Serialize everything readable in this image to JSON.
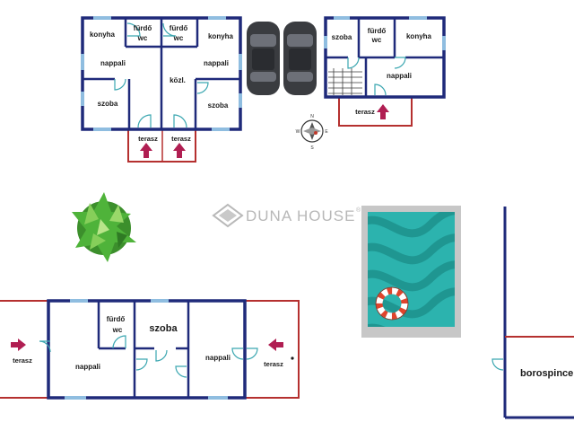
{
  "watermark": {
    "brand": "DUNA HOUSE",
    "mark": "®"
  },
  "compass": {
    "north": "N",
    "east": "E",
    "south": "S",
    "west": "W"
  },
  "building_a": {
    "unit_left": {
      "kitchen": "konyha",
      "bath": "fürdő",
      "wc": "wc",
      "living": "nappali",
      "room": "szoba",
      "terrace": "terasz"
    },
    "hall": "közl.",
    "unit_right": {
      "bath": "fürdő",
      "wc": "wc",
      "kitchen": "konyha",
      "living": "nappali",
      "room": "szoba",
      "terrace": "terasz"
    }
  },
  "building_b": {
    "room": "szoba",
    "bath": "fürdő",
    "wc": "wc",
    "kitchen": "konyha",
    "living": "nappali",
    "terrace": "terasz"
  },
  "building_c": {
    "terrace_left": "terasz",
    "living_left": "nappali",
    "bath": "fürdő",
    "wc": "wc",
    "room": "szoba",
    "living_right": "nappali",
    "terrace_right": "terasz"
  },
  "wine_cellar": "borospince",
  "colors": {
    "wall": "#1f2a7a",
    "window": "#8fbde0",
    "door": "#3aa6b0",
    "terrace": "#b5302f",
    "arrow": "#b01e52",
    "pool": "#2cb3ae"
  }
}
